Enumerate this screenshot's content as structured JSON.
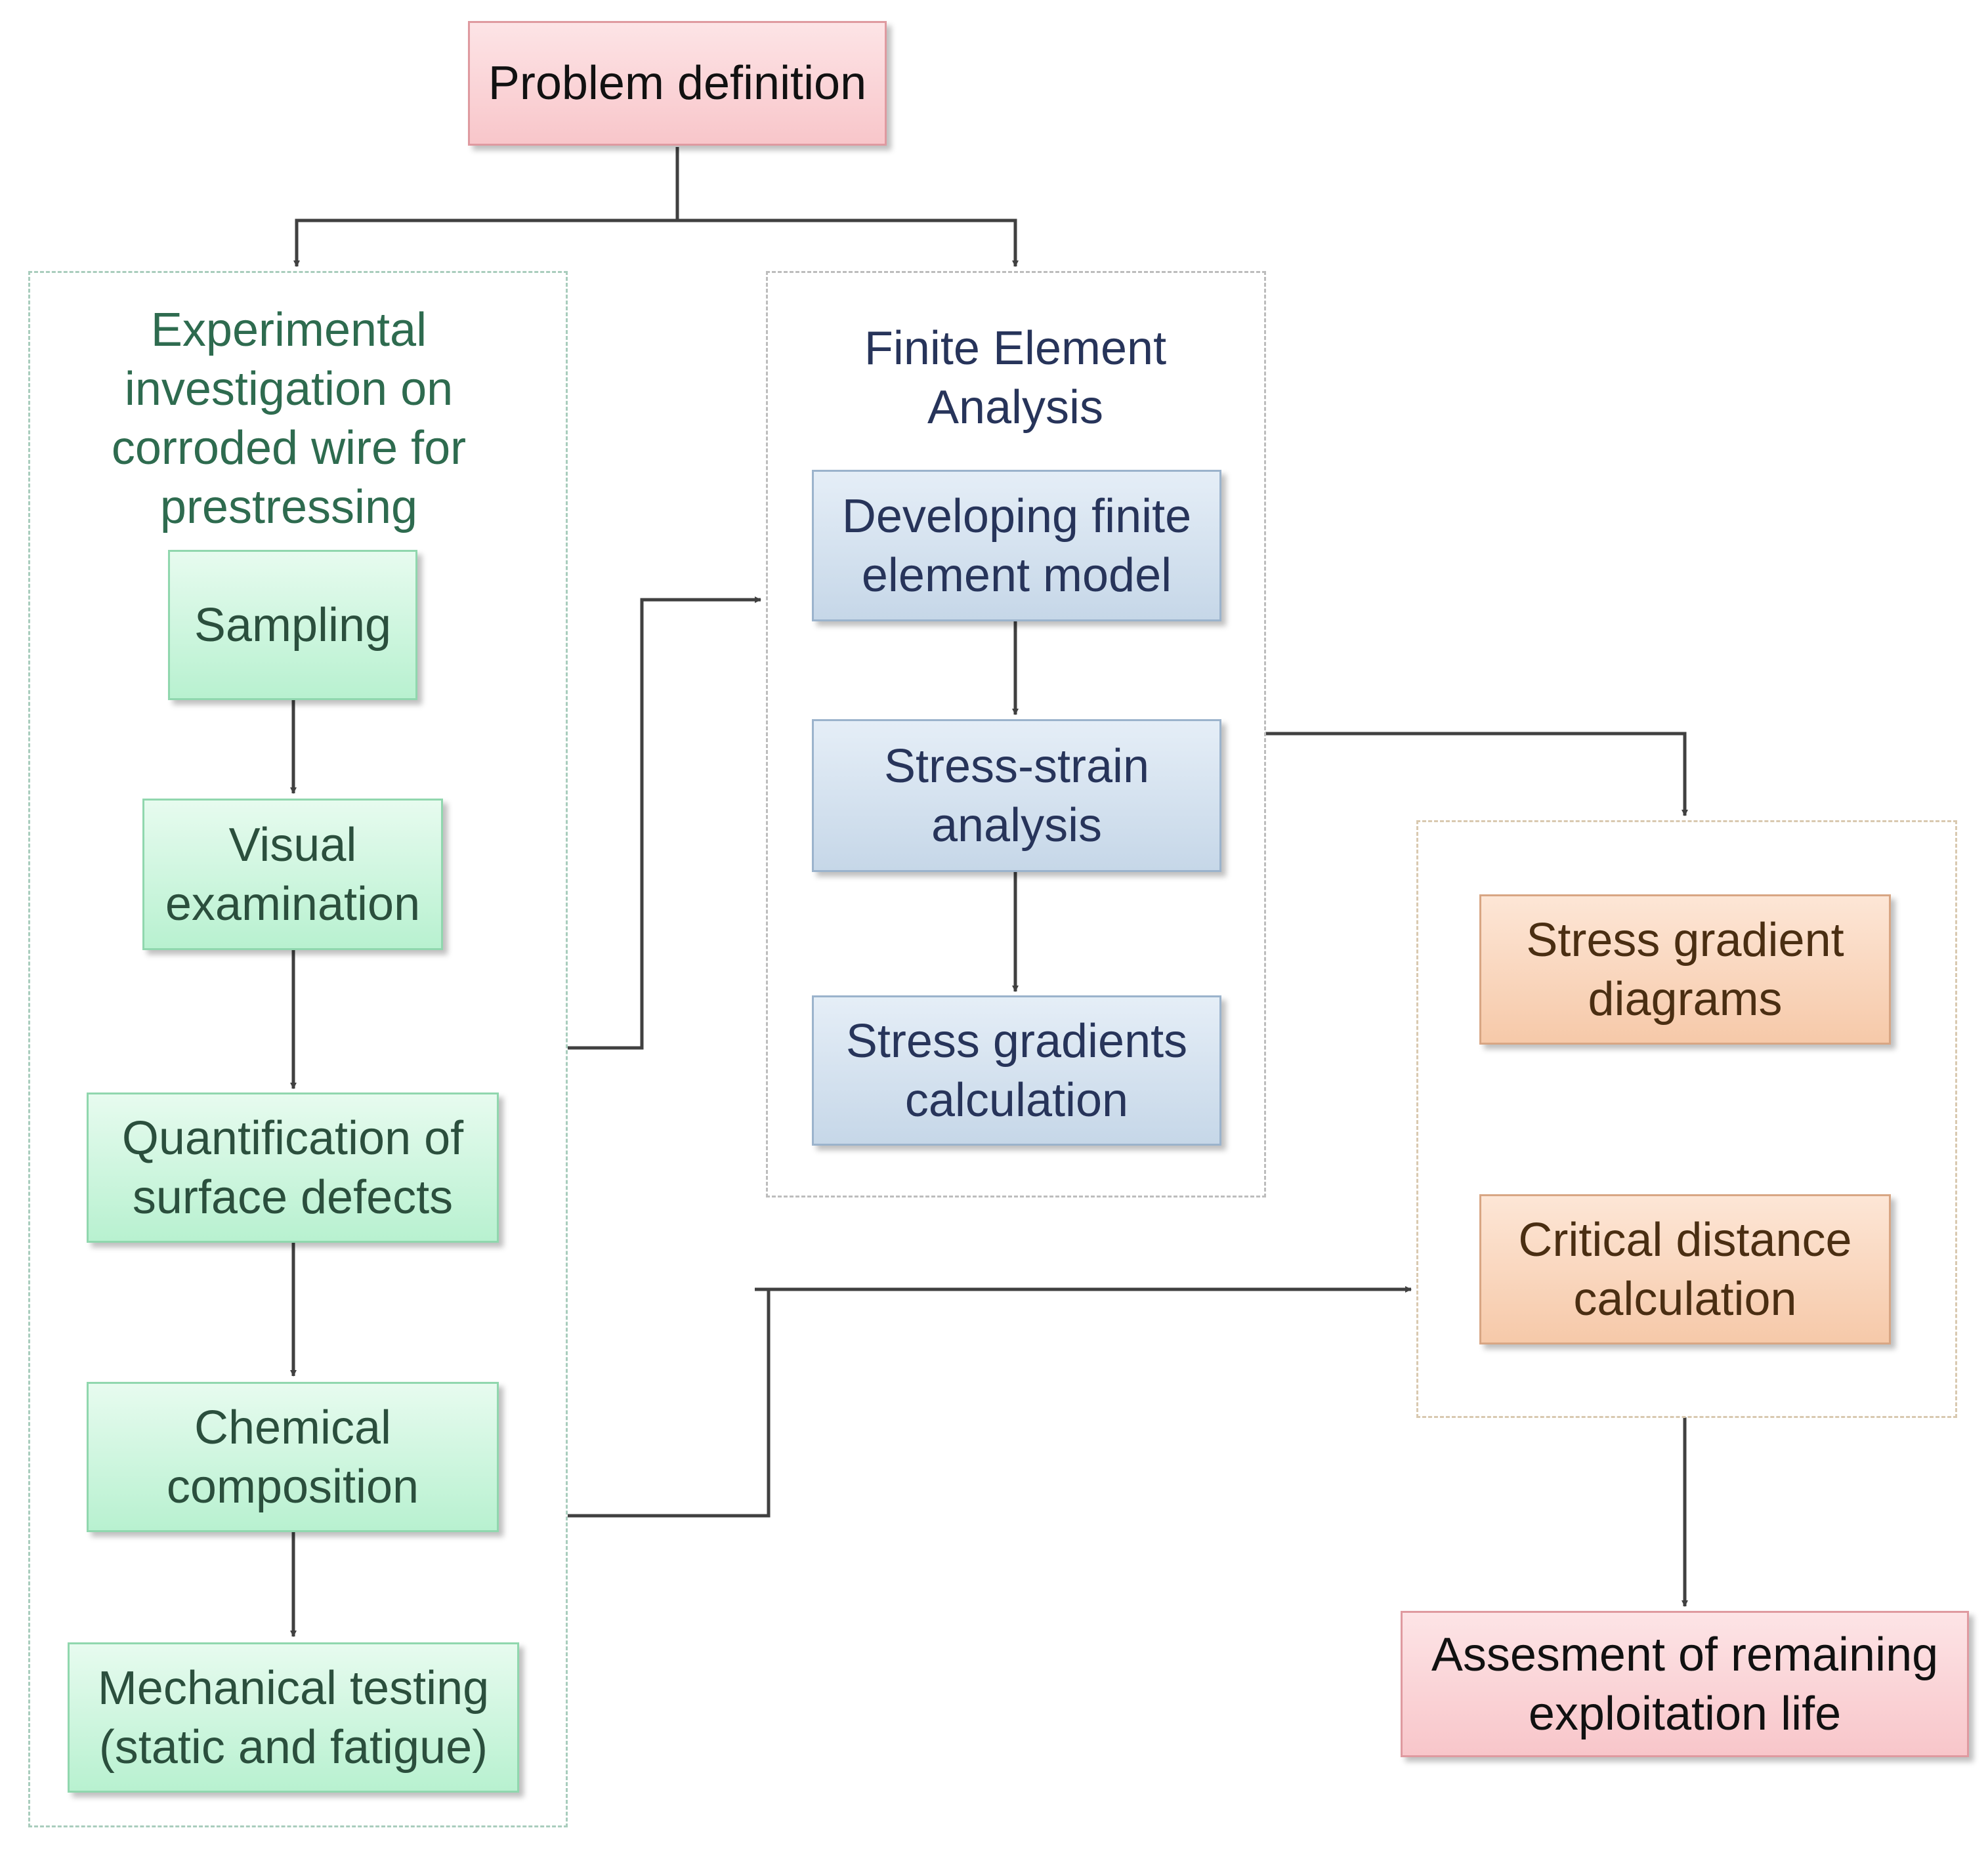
{
  "nodes": {
    "problem_definition": "Problem definition",
    "experimental_title": "Experimental\ninvestigation on\ncorroded wire for\nprestressing",
    "sampling": "Sampling",
    "visual_examination": "Visual\nexamination",
    "quantification": "Quantification of\nsurface defects",
    "chemical_composition": "Chemical\ncomposition",
    "mechanical_testing": "Mechanical testing\n(static and fatigue)",
    "fea_title": "Finite Element\nAnalysis",
    "developing_model": "Developing finite\nelement model",
    "stress_strain": "Stress-strain\nanalysis",
    "stress_gradients_calc": "Stress gradients\ncalculation",
    "stress_gradient_diagrams": "Stress gradient\ndiagrams",
    "critical_distance": "Critical distance\ncalculation",
    "assessment": "Assesment of remaining\nexploitation life"
  },
  "colors": {
    "connector": "#404040",
    "pink": "#f8c6ca",
    "green": "#b8f1d0",
    "blue": "#c6d7e8",
    "orange": "#f6c9a9"
  }
}
